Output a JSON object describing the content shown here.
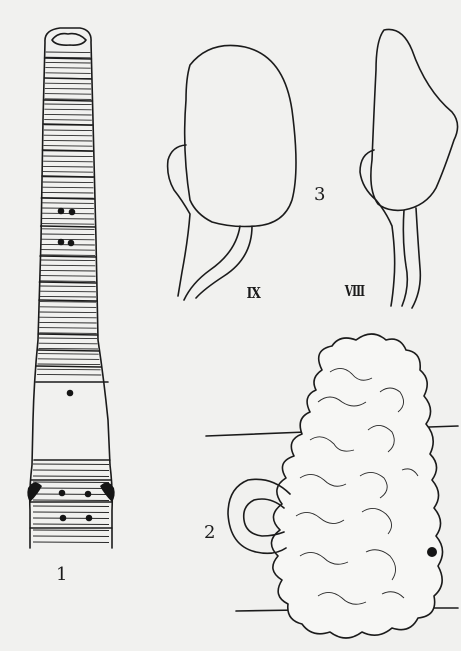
{
  "figure": {
    "labels": {
      "fig1": "1",
      "fig2": "2",
      "fig3": "3",
      "segment_ix": "IX",
      "segment_viii": "VIII"
    },
    "ink_color": "#1b1b1b",
    "paper_color": "#f1f1ef"
  }
}
